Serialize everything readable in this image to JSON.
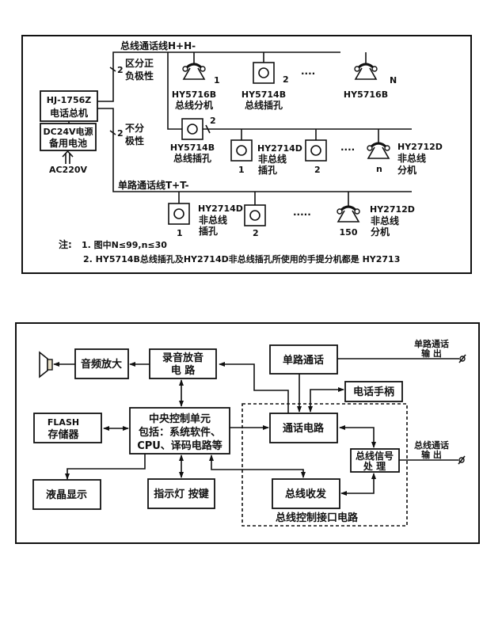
{
  "top_diagram": {
    "bus_line_label": "总线通话线H+H-",
    "single_line_label": "单路通话线T+T-",
    "polarity_branch": {
      "wire_count": "2",
      "label_line1": "区分正",
      "label_line2": "负极性"
    },
    "nonpolar_branch": {
      "wire_count": "2",
      "label_line1": "不分",
      "label_line2": "极性"
    },
    "sub_bus_wire_count": "2",
    "host": {
      "model": "HJ-1756Z",
      "name": "电话总机"
    },
    "power": {
      "line1": "DC24V电源",
      "line2": "备用电池",
      "input": "AC220V"
    },
    "bus_devices": [
      {
        "type": "phone",
        "number": "1",
        "model": "HY5716B",
        "name": "总线分机"
      },
      {
        "type": "socket",
        "number": "2",
        "model": "HY5714B",
        "name": "总线插孔"
      },
      {
        "type": "ellipsis",
        "text": "····"
      },
      {
        "type": "phone",
        "number": "N",
        "model": "HY5716B",
        "name": ""
      }
    ],
    "sub_bus_socket": {
      "model": "HY5714B",
      "name": "总线插孔"
    },
    "sub_bus_devices": [
      {
        "type": "socket",
        "number": "1",
        "model": "HY2714D",
        "name_line1": "非总线",
        "name_line2": "插孔"
      },
      {
        "type": "socket",
        "number": "2"
      },
      {
        "type": "ellipsis",
        "text": "····"
      },
      {
        "type": "phone",
        "number": "n",
        "model": "HY2712D",
        "name_line1": "非总线",
        "name_line2": "分机"
      }
    ],
    "single_devices": [
      {
        "type": "socket",
        "number": "1",
        "model": "HY2714D",
        "name_line1": "非总线",
        "name_line2": "插孔"
      },
      {
        "type": "socket",
        "number": "2"
      },
      {
        "type": "ellipsis",
        "text": "·····"
      },
      {
        "type": "phone",
        "number": "150",
        "model": "HY2712D",
        "name_line1": "非总线",
        "name_line2": "分机"
      }
    ],
    "notes": {
      "prefix": "注:",
      "note1": "1. 图中N≤99,n≤30",
      "note2": "2. HY5714B总线插孔及HY2714D非总线插孔所使用的手提分机都是 HY2713"
    }
  },
  "bottom_diagram": {
    "speaker_icon": "speaker-icon",
    "blocks": {
      "audio_amp": "音频放大",
      "record_play_line1": "录音放音",
      "record_play_line2": "电 路",
      "single_call": "单路通话",
      "handset": "电话手柄",
      "flash_line1": "FLASH",
      "flash_line2": "存储器",
      "cpu_line1": "中央控制单元",
      "cpu_line2": "包括：系统软件、",
      "cpu_line3": "CPU、译码电路等",
      "call_circuit": "通话电路",
      "bus_signal_line1": "总线信号",
      "bus_signal_line2": "处 理",
      "lcd": "液晶显示",
      "indicator_keys": "指示灯 按键",
      "bus_transceiver": "总线收发",
      "bus_interface_group": "总线控制接口电路"
    },
    "outputs": {
      "single_out_line1": "单路通话",
      "single_out_line2": "输 出",
      "bus_out_line1": "总线通话",
      "bus_out_line2": "输 出"
    }
  }
}
